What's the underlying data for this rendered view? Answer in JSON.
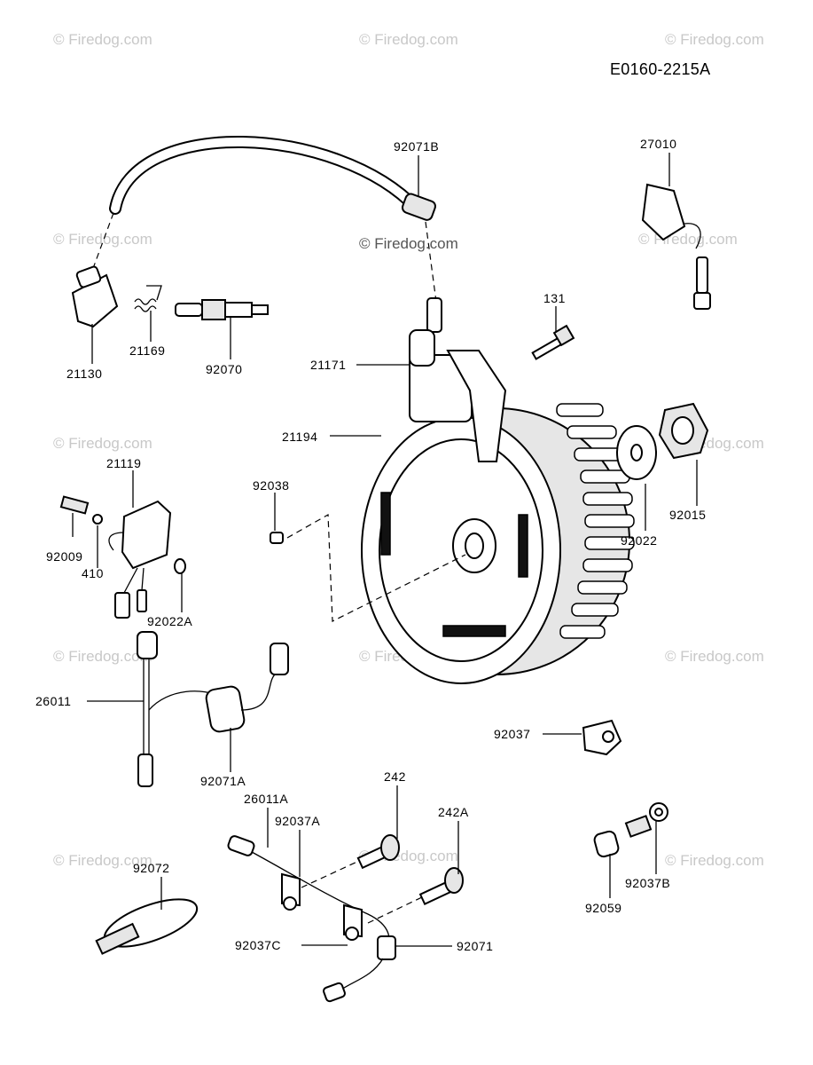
{
  "diagram_code": "E0160-2215A",
  "watermark": "© Firedog.com",
  "labels": {
    "p92071B": "92071B",
    "p27010": "27010",
    "p21130": "21130",
    "p21169": "21169",
    "p92070": "92070",
    "p131": "131",
    "p21171": "21171",
    "p21194": "21194",
    "p21119": "21119",
    "p92038": "92038",
    "p92009": "92009",
    "p410": "410",
    "p92022": "92022",
    "p92015": "92015",
    "p92022A": "92022A",
    "p26011": "26011",
    "p92071A": "92071A",
    "p92037": "92037",
    "p242": "242",
    "p26011A": "26011A",
    "p92037A": "92037A",
    "p242A": "242A",
    "p92072": "92072",
    "p92037C": "92037C",
    "p92071": "92071",
    "p92037B": "92037B",
    "p92059": "92059"
  }
}
